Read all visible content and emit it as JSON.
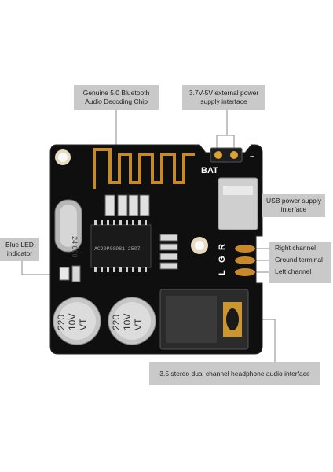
{
  "labels": {
    "chip": "Genuine 5.0 Bluetooth Audio Decoding Chip",
    "power": "3.7V-5V external power supply interface",
    "usb": "USB power supply interface",
    "led": "Blue LED indicator",
    "right": "Right channel",
    "ground": "Ground terminal",
    "left": "Left channel",
    "jack": "3.5 stereo dual channel headphone audio interface"
  },
  "board_text": {
    "bat": "BAT",
    "plus": "+",
    "minus": "−",
    "l": "L",
    "g": "G",
    "r": "R",
    "crystal": "24.000",
    "chip_mark": "AC20P00981-2507",
    "cap1": [
      "220",
      "10V",
      "VT"
    ],
    "cap2": [
      "220",
      "10V",
      "VT"
    ]
  }
}
